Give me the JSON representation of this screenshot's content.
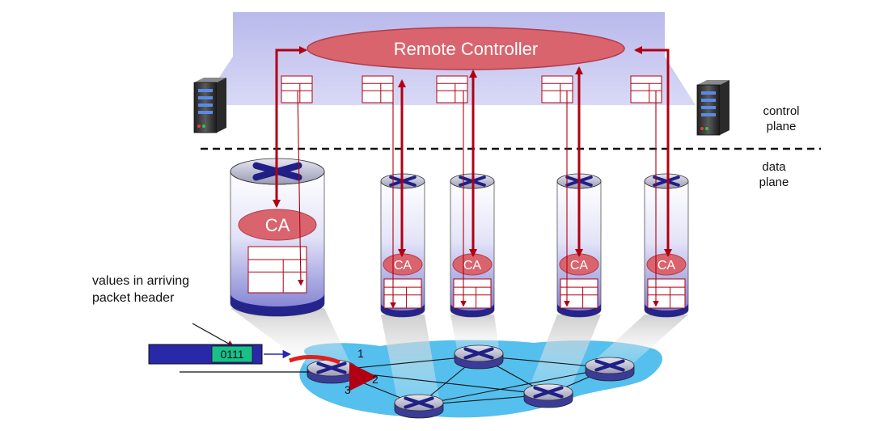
{
  "controller": {
    "label": "Remote Controller"
  },
  "plane_labels": {
    "control": [
      "control",
      "plane"
    ],
    "data": [
      "data",
      "plane"
    ]
  },
  "agent_label": "CA",
  "packet": {
    "header_value": "0111",
    "caption": [
      "values in arriving",
      "packet header"
    ]
  },
  "ports": [
    "1",
    "2",
    "3"
  ],
  "colors": {
    "controller_fill": "#d9646e",
    "arrow_red": "#b00012",
    "network_blue": "#55bfee",
    "control_band": "#c2c2ee",
    "packet_blue": "#2828a8",
    "packet_green": "#19c08a"
  },
  "icons": [
    "server-icon",
    "router-icon",
    "flow-table-icon"
  ]
}
